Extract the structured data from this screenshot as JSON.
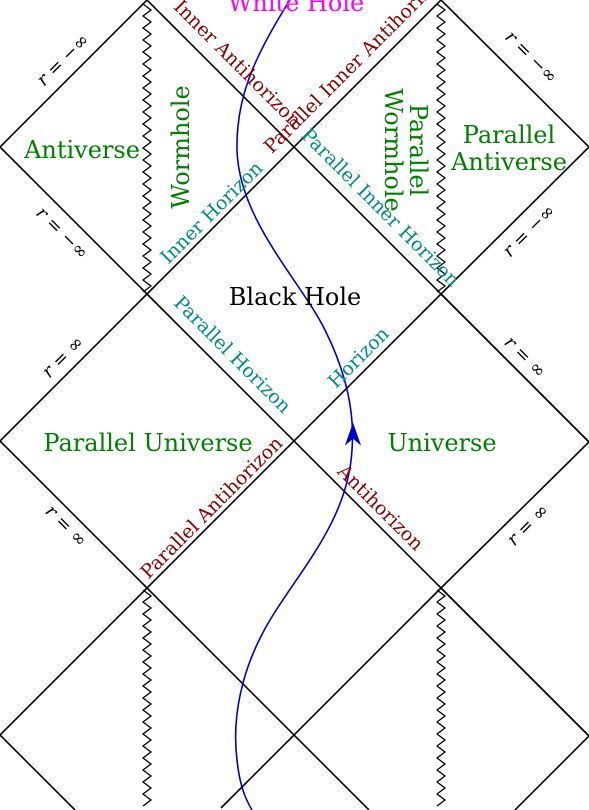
{
  "colors": {
    "line": "#000000",
    "region_green": "#008000",
    "white_hole_magenta": "#ff00ff",
    "horizon_teal": "#008b8b",
    "antihorizon_red": "#8b0000",
    "worldline_blue": "#0000cc",
    "black_hole_black": "#000000"
  },
  "labels": {
    "white_hole": "White Hole",
    "black_hole": "Black Hole",
    "antiverse": "Antiverse",
    "wormhole": "Wormhole",
    "parallel_wormhole": "Parallel Wormhole",
    "parallel_antiverse": "Parallel Antiverse",
    "parallel_universe": "Parallel Universe",
    "universe": "Universe",
    "inner_antihorizon": "Inner Antihorizon",
    "parallel_inner_antihorizon": "Parallel Inner Antihorizon",
    "inner_horizon": "Inner Horizon",
    "parallel_inner_horizon": "Parallel Inner Horizon",
    "parallel_horizon": "Parallel Horizon",
    "horizon": "Horizon",
    "parallel_antihorizon": "Parallel Antihorizon",
    "antihorizon": "Antihorizon",
    "r_minus_infinity": "r = −∞",
    "r_infinity": "r = ∞"
  }
}
